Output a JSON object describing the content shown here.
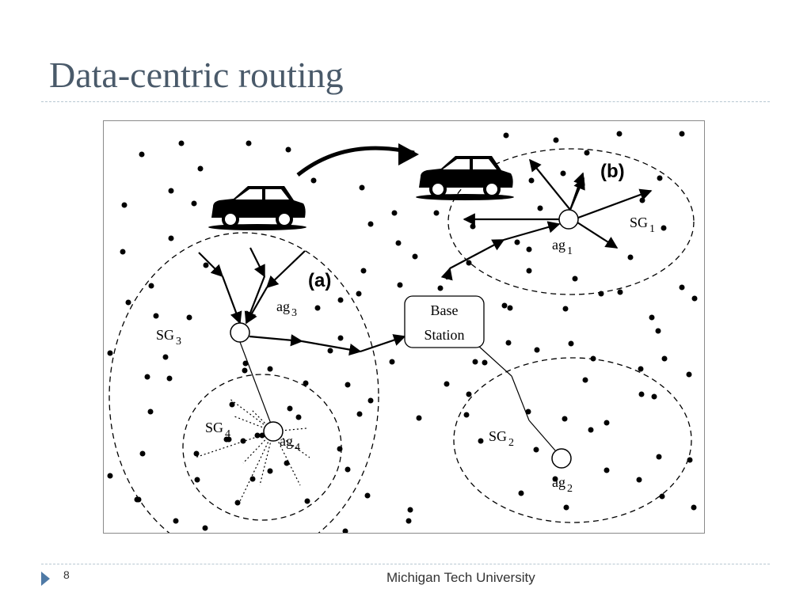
{
  "slide": {
    "title": "Data-centric routing",
    "page_number": "8",
    "footer": "Michigan Tech University"
  },
  "diagram": {
    "label_a": "(a)",
    "label_b": "(b)",
    "base_station_line1": "Base",
    "base_station_line2": "Station",
    "groups": [
      {
        "id": "sg1",
        "label": "SG",
        "sub": "1",
        "agent": "ag",
        "agent_sub": "1"
      },
      {
        "id": "sg2",
        "label": "SG",
        "sub": "2",
        "agent": "ag",
        "agent_sub": "2"
      },
      {
        "id": "sg3",
        "label": "SG",
        "sub": "3",
        "agent": "ag",
        "agent_sub": "3"
      },
      {
        "id": "sg4",
        "label": "SG",
        "sub": "4",
        "agent": "ag",
        "agent_sub": "4"
      }
    ]
  }
}
